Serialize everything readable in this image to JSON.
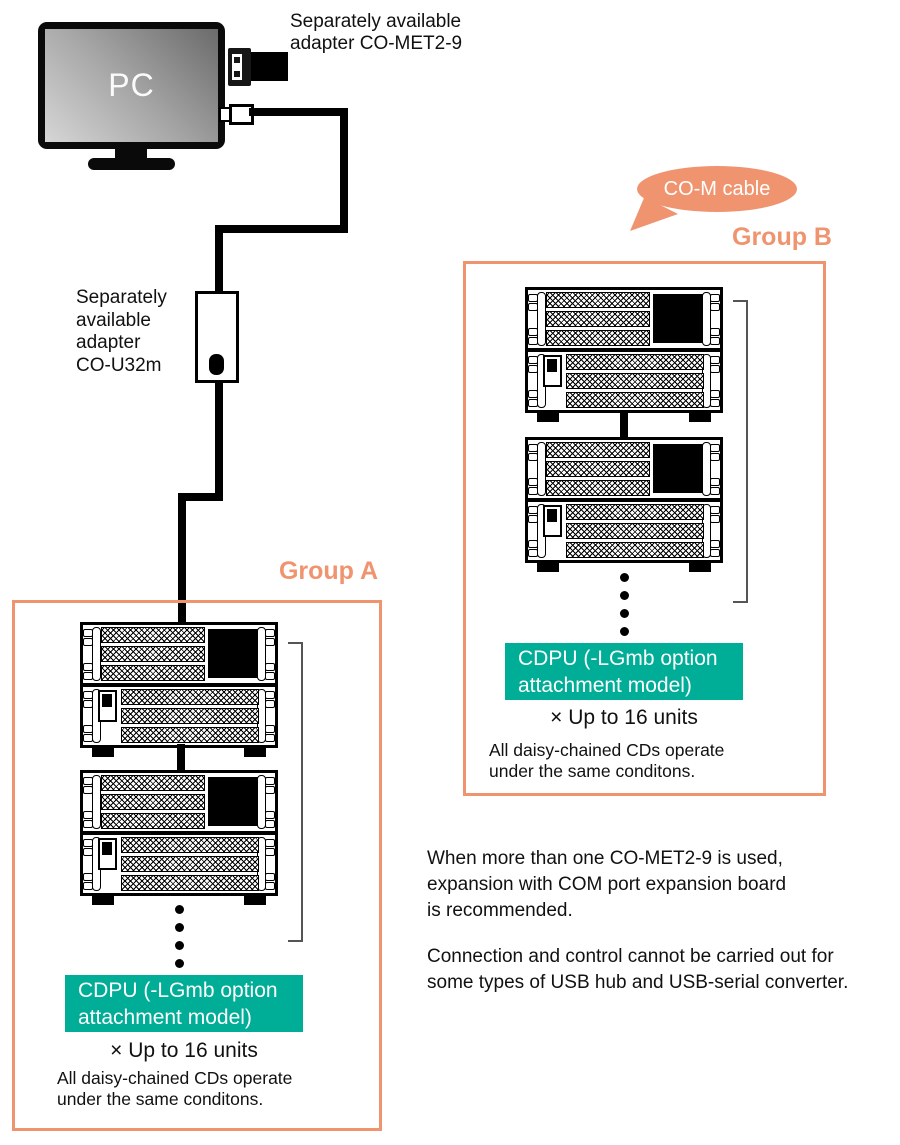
{
  "colors": {
    "accent": "#F09470",
    "teal": "#00AD96"
  },
  "pc": {
    "label": "PC"
  },
  "adapter_serial": {
    "label": "Separately available\nadapter CO-MET2-9"
  },
  "adapter_usb": {
    "label": "Separately\navailable\nadapter\nCO-U32m"
  },
  "cable_bubble": {
    "label": "CO-M cable"
  },
  "groups": [
    {
      "label": "Group A",
      "cdpu_badge": "CDPU (-LGmb option\nattachment model)",
      "quantity": "× Up to 16 units",
      "note": "All daisy-chained CDs operate\nunder the same conditons."
    },
    {
      "label": "Group B",
      "cdpu_badge": "CDPU (-LGmb option\nattachment model)",
      "quantity": "× Up to 16 units",
      "note": "All daisy-chained CDs operate\nunder the same conditons."
    }
  ],
  "footnotes": [
    {
      "text": "When more than one CO-MET2-9 is used,\nexpansion with COM port expansion board\nis recommended."
    },
    {
      "text": "Connection and control cannot be carried out for\nsome types of USB hub and USB-serial converter."
    }
  ]
}
